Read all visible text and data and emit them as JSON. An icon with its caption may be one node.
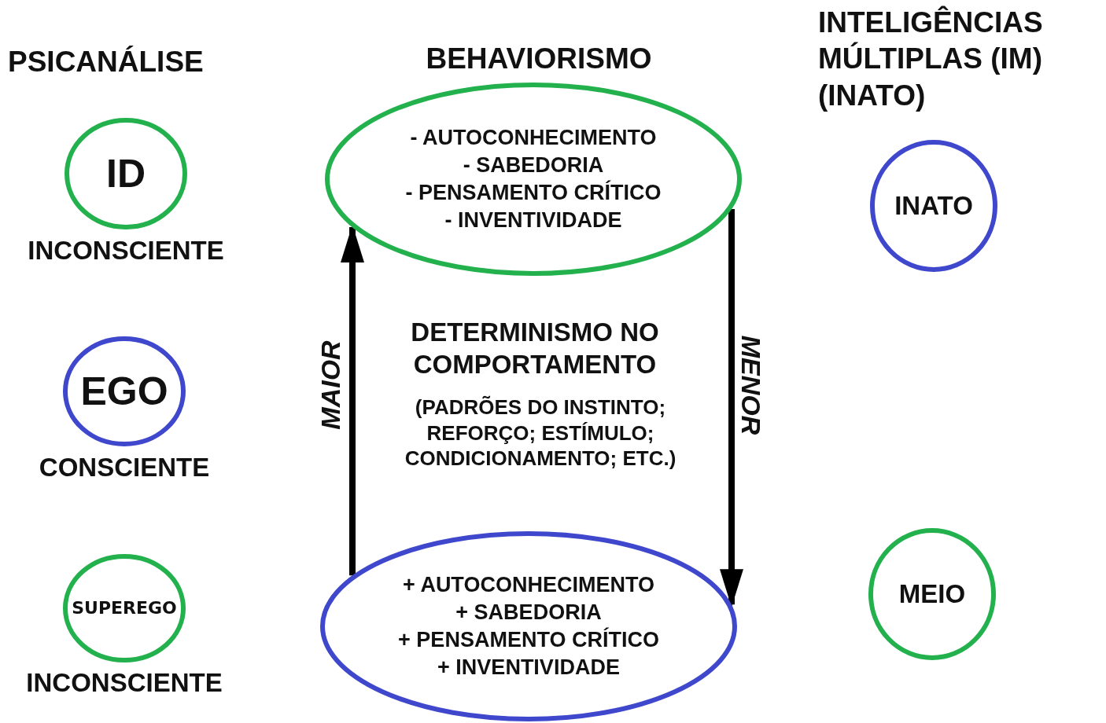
{
  "diagram": {
    "nodes": [
      {
        "text": [
          "ID"
        ],
        "beside": [
          "INCONSCIENTE"
        ]
      },
      {
        "text": [
          "EGO"
        ],
        "beside": [
          "CONSCIENTE"
        ]
      },
      {
        "text": [
          "SUPEREGO"
        ],
        "beside": [
          "INCONSCIENTE"
        ]
      },
      {
        "text": [
          "- AUTOCONHECIMENTO",
          "- SABEDORIA",
          "- PENSAMENTO CRÍTICO",
          "- INVENTIVIDADE"
        ]
      },
      {
        "text": [
          "+ AUTOCONHECIMENTO",
          "+ SABEDORIA",
          "+ PENSAMENTO CRÍTICO",
          "+ INVENTIVIDADE"
        ]
      },
      {
        "text": [
          "INATO"
        ]
      },
      {
        "text": [
          "MEIO"
        ]
      }
    ],
    "edges": [
      {
        "from": 4,
        "to": 3,
        "arrow": "to",
        "label": "MAIOR"
      },
      {
        "from": 3,
        "to": 4,
        "arrow": "to",
        "label": "MENOR"
      }
    ],
    "labels": [
      "PSICANÁLISE",
      "BEHAVIORISMO",
      "INTELIGÊNCIAS MÚLTIPLAS (IM) (INATO)",
      "DETERMINISMO NO COMPORTAMENTO",
      "(PADRÕES DO INSTINTO; REFORÇO; ESTÍMULO; CONDICIONAMENTO; ETC.)"
    ]
  }
}
